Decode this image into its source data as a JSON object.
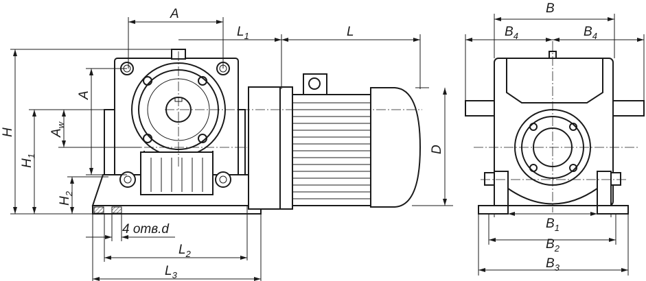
{
  "labels": {
    "A_top": {
      "main": "A"
    },
    "L1": {
      "main": "L",
      "sub": "1"
    },
    "L": {
      "main": "L"
    },
    "H": {
      "main": "H"
    },
    "H1": {
      "main": "H",
      "sub": "1"
    },
    "Aw": {
      "main": "A",
      "sub": "w"
    },
    "A_side": {
      "main": "A"
    },
    "H2": {
      "main": "H",
      "sub": "2"
    },
    "D": {
      "main": "D"
    },
    "holes": {
      "main": "4 отв.d"
    },
    "L2": {
      "main": "L",
      "sub": "2"
    },
    "L3": {
      "main": "L",
      "sub": "3"
    },
    "B": {
      "main": "B"
    },
    "B4_left": {
      "main": "B",
      "sub": "4"
    },
    "B4_right": {
      "main": "B",
      "sub": "4"
    },
    "B1": {
      "main": "B",
      "sub": "1"
    },
    "B2": {
      "main": "B",
      "sub": "2"
    },
    "B3": {
      "main": "B",
      "sub": "3"
    }
  }
}
